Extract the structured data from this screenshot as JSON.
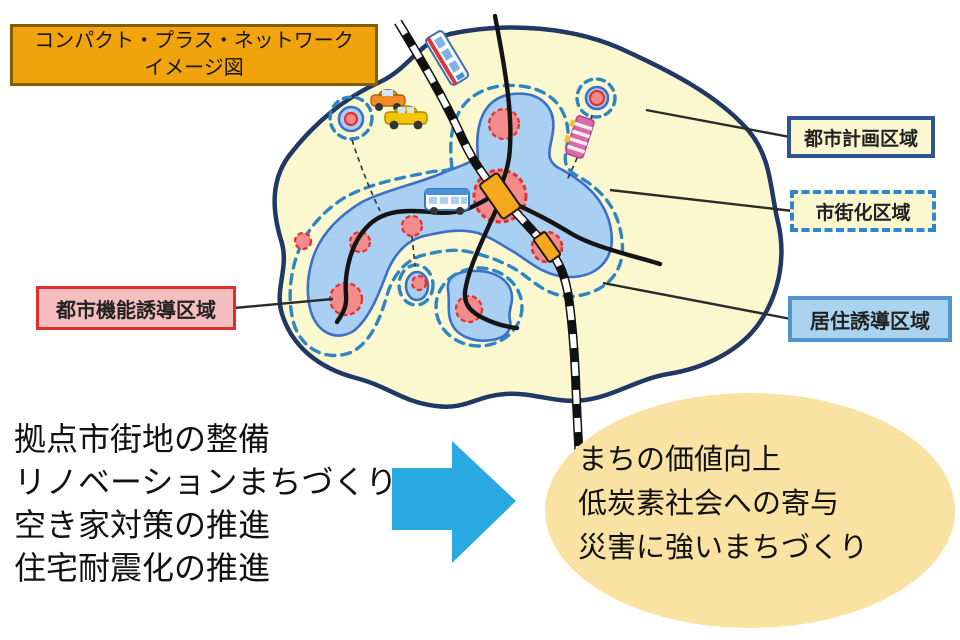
{
  "title": {
    "line1": "コンパクト・プラス・ネットワーク",
    "line2": "イメージ図"
  },
  "legend": {
    "city_planning_area": "都市計画区域",
    "urbanization_area": "市街化区域",
    "residential_guidance_area": "居住誘導区域",
    "urban_function_guidance_area": "都市機能誘導区域"
  },
  "measures": {
    "items": [
      "拠点市街地の整備",
      "リノベーションまちづくり",
      "空き家対策の推進",
      "住宅耐震化の推進"
    ]
  },
  "outcomes": {
    "items": [
      "まちの価値向上",
      "低炭素社会への寄与",
      "災害に強いまちづくり"
    ]
  },
  "colors": {
    "title_box_bg": "#F0A30A",
    "title_box_border": "#806000",
    "city_planning_fill": "#FBF8D0",
    "city_planning_border": "#1F3864",
    "urbanization_dash": "#2E86C1",
    "residential_fill": "#A9CFF3",
    "residential_border": "#3B6FC9",
    "function_node_fill": "#F28C8C",
    "function_node_border": "#E0312D",
    "station_fill": "#F5A81C",
    "road": "#141414",
    "arrow_blue": "#29A9E1",
    "outcome_ellipse_bg": "#FAE3A2",
    "function_label_bg": "#F5BFBF",
    "function_label_border": "#E02D2D"
  }
}
